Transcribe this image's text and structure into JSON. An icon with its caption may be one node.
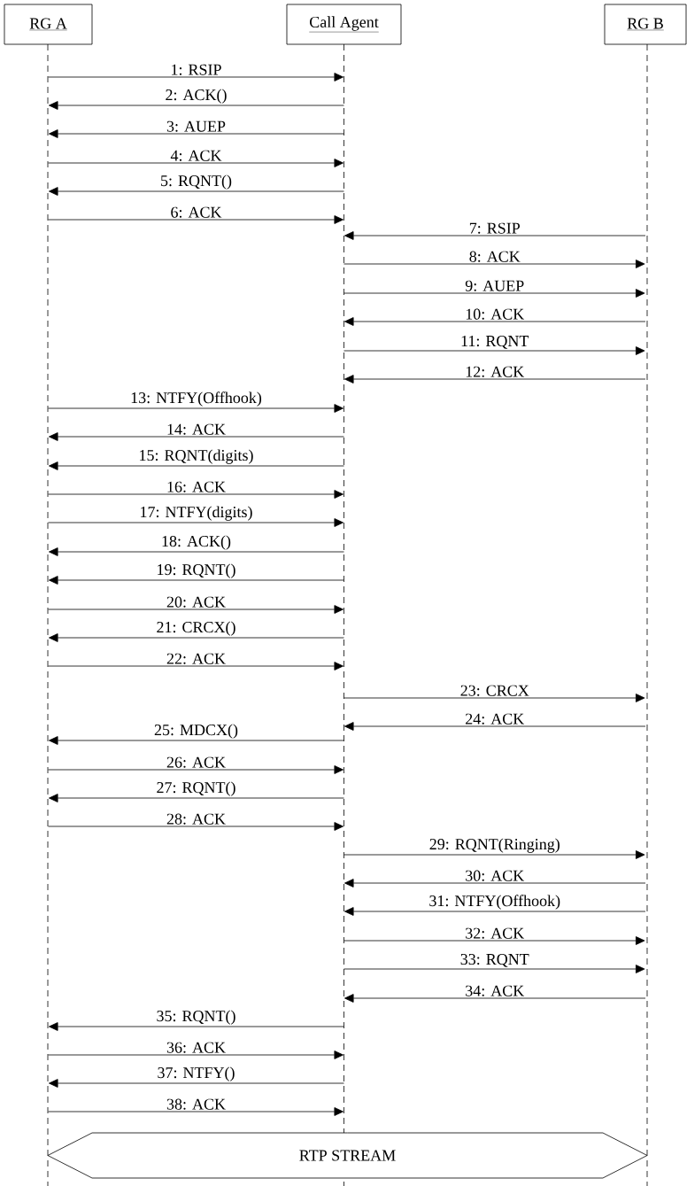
{
  "diagram": {
    "nodes": [
      {
        "text": [
          "RG A"
        ]
      },
      {
        "text": [
          "Call Agent"
        ]
      },
      {
        "text": [
          "RG B"
        ]
      },
      {
        "text": [
          "RTP STREAM"
        ]
      }
    ],
    "edges": [
      {
        "from": 0,
        "to": 1,
        "arrow": "to",
        "label": "1: RSIP"
      },
      {
        "from": 1,
        "to": 0,
        "arrow": "to",
        "label": "2: ACK()"
      },
      {
        "from": 1,
        "to": 0,
        "arrow": "to",
        "label": "3: AUEP"
      },
      {
        "from": 0,
        "to": 1,
        "arrow": "to",
        "label": "4: ACK"
      },
      {
        "from": 1,
        "to": 0,
        "arrow": "to",
        "label": "5: RQNT()"
      },
      {
        "from": 0,
        "to": 1,
        "arrow": "to",
        "label": "6: ACK"
      },
      {
        "from": 2,
        "to": 1,
        "arrow": "to",
        "label": "7: RSIP"
      },
      {
        "from": 1,
        "to": 2,
        "arrow": "to",
        "label": "8: ACK"
      },
      {
        "from": 1,
        "to": 2,
        "arrow": "to",
        "label": "9: AUEP"
      },
      {
        "from": 2,
        "to": 1,
        "arrow": "to",
        "label": "10: ACK"
      },
      {
        "from": 1,
        "to": 2,
        "arrow": "to",
        "label": "11: RQNT"
      },
      {
        "from": 2,
        "to": 1,
        "arrow": "to",
        "label": "12: ACK"
      },
      {
        "from": 0,
        "to": 1,
        "arrow": "to",
        "label": "13: NTFY(Offhook)"
      },
      {
        "from": 1,
        "to": 0,
        "arrow": "to",
        "label": "14: ACK"
      },
      {
        "from": 1,
        "to": 0,
        "arrow": "to",
        "label": "15: RQNT(digits)"
      },
      {
        "from": 0,
        "to": 1,
        "arrow": "to",
        "label": "16: ACK"
      },
      {
        "from": 0,
        "to": 1,
        "arrow": "to",
        "label": "17: NTFY(digits)"
      },
      {
        "from": 1,
        "to": 0,
        "arrow": "to",
        "label": "18: ACK()"
      },
      {
        "from": 1,
        "to": 0,
        "arrow": "to",
        "label": "19: RQNT()"
      },
      {
        "from": 0,
        "to": 1,
        "arrow": "to",
        "label": "20: ACK"
      },
      {
        "from": 1,
        "to": 0,
        "arrow": "to",
        "label": "21: CRCX()"
      },
      {
        "from": 0,
        "to": 1,
        "arrow": "to",
        "label": "22: ACK"
      },
      {
        "from": 1,
        "to": 2,
        "arrow": "to",
        "label": "23: CRCX"
      },
      {
        "from": 2,
        "to": 1,
        "arrow": "to",
        "label": "24: ACK"
      },
      {
        "from": 1,
        "to": 0,
        "arrow": "to",
        "label": "25: MDCX()"
      },
      {
        "from": 0,
        "to": 1,
        "arrow": "to",
        "label": "26: ACK"
      },
      {
        "from": 1,
        "to": 0,
        "arrow": "to",
        "label": "27: RQNT()"
      },
      {
        "from": 0,
        "to": 1,
        "arrow": "to",
        "label": "28: ACK"
      },
      {
        "from": 1,
        "to": 2,
        "arrow": "to",
        "label": "29: RQNT(Ringing)"
      },
      {
        "from": 2,
        "to": 1,
        "arrow": "to",
        "label": "30: ACK"
      },
      {
        "from": 2,
        "to": 1,
        "arrow": "to",
        "label": "31: NTFY(Offhook)"
      },
      {
        "from": 1,
        "to": 2,
        "arrow": "to",
        "label": "32: ACK"
      },
      {
        "from": 1,
        "to": 2,
        "arrow": "to",
        "label": "33: RQNT"
      },
      {
        "from": 2,
        "to": 1,
        "arrow": "to",
        "label": "34: ACK"
      },
      {
        "from": 1,
        "to": 0,
        "arrow": "to",
        "label": "35: RQNT()"
      },
      {
        "from": 0,
        "to": 1,
        "arrow": "to",
        "label": "36: ACK"
      },
      {
        "from": 1,
        "to": 0,
        "arrow": "to",
        "label": "37: NTFY()"
      },
      {
        "from": 0,
        "to": 1,
        "arrow": "to",
        "label": "38: ACK"
      }
    ]
  }
}
